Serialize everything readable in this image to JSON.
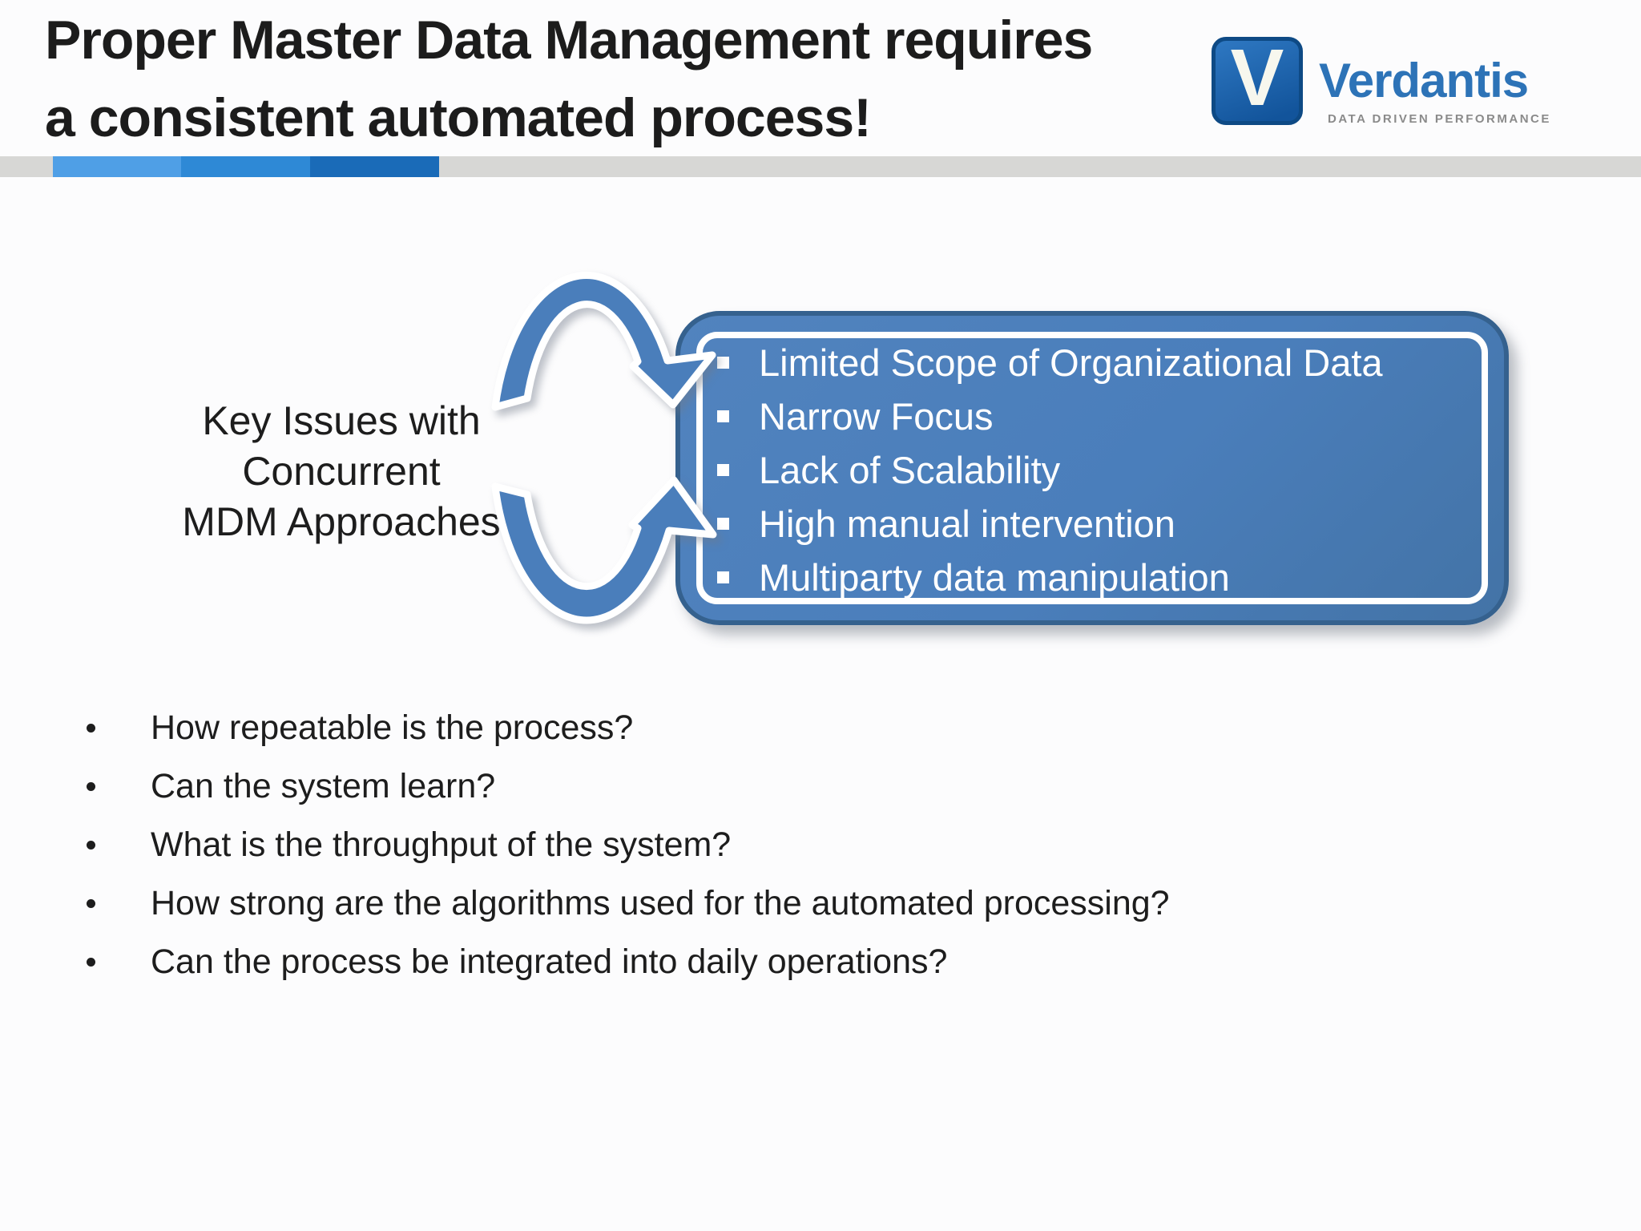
{
  "slide_title": {
    "line1": "Proper Master Data Management requires",
    "line2": "a consistent automated process!"
  },
  "logo": {
    "letter": "V",
    "brand": "Verdantis",
    "tagline": "DATA DRIVEN PERFORMANCE"
  },
  "diagram": {
    "label": {
      "line1": "Key Issues with Concurrent",
      "line2": "MDM Approaches"
    },
    "issues": [
      "Limited Scope of Organizational Data",
      "Narrow Focus",
      "Lack of Scalability",
      "High manual intervention",
      "Multiparty data manipulation"
    ]
  },
  "questions": [
    "How repeatable is the process?",
    "Can the system learn?",
    "What is the throughput of the system?",
    "How strong are the algorithms used for the automated processing?",
    "Can the process be integrated into daily operations?"
  ],
  "colors": {
    "accent_blue": "#4a7ebb",
    "box_border_blue": "#35618e",
    "divider_gray": "#d7d7d5",
    "divider_light_blue": "#4f9fe6",
    "divider_medium_blue": "#2e89d6",
    "divider_dark_blue": "#1a6bb8",
    "brand_blue": "#2d73b7",
    "logo_navy": "#12549b",
    "tagline_gray": "#8a8a8a",
    "text_dark": "#1c1c1c"
  }
}
